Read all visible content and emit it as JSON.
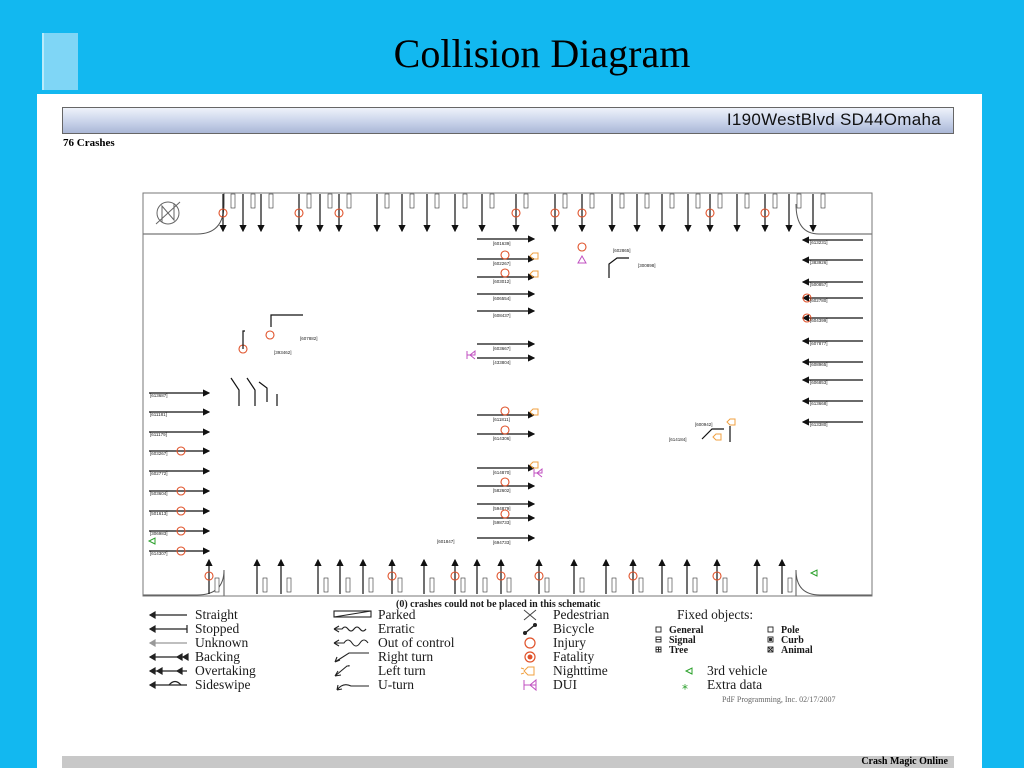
{
  "slide_title": "Collision Diagram",
  "report_header": "I190WestBlvd  SD44Omaha",
  "crash_count": "76 Crashes",
  "unplaced_note": "(0) crashes could not be placed in this schematic",
  "credit": "PdF Programming, Inc. 02/17/2007",
  "footer": "Crash Magic Online",
  "colors": {
    "background": "#12b8f0",
    "injury": "#e0522a",
    "nighttime": "#f0a040",
    "dui": "#c050c0",
    "third_vehicle": "#2aa02a"
  },
  "legend": {
    "movements": [
      "Straight",
      "Stopped",
      "Unknown",
      "Backing",
      "Overtaking",
      "Sideswipe"
    ],
    "types": [
      "Parked",
      "Erratic",
      "Out of control",
      "Right turn",
      "Left turn",
      "U-turn"
    ],
    "severity": [
      "Pedestrian",
      "Bicycle",
      "Injury",
      "Fatality",
      "Nighttime",
      "DUI"
    ],
    "fixed_title": "Fixed objects:",
    "fixed_left": [
      "General",
      "Signal",
      "Tree"
    ],
    "fixed_right": [
      "Pole",
      "Curb",
      "Animal"
    ],
    "extras": [
      "3rd vehicle",
      "Extra data"
    ]
  },
  "crash_ids": {
    "center": [
      "[601639]",
      "[602267]",
      "[603012]",
      "[606554]",
      "[608437]",
      "[603667]",
      "[433804]",
      "[611811]",
      "[614306]",
      "[614870]",
      "[582602]",
      "[594879]",
      "[598733]",
      "[694733]",
      "[601847]"
    ],
    "upper_mid": [
      "[602865]",
      "[300898]"
    ],
    "left_mid": [
      "[607882]",
      "[393462]"
    ],
    "right_mid": [
      "[600942]",
      "[614184]"
    ],
    "west": [
      "[613687]",
      "[611181]",
      "[611179]",
      "[603267]",
      "[602772]",
      "[503604]",
      "[501613]",
      "[306983]",
      "[614307]"
    ],
    "east": [
      "[613231]",
      "[383926]",
      "[500857]",
      "[602780]",
      "[604399]",
      "[607877]",
      "[608965]",
      "[606853]",
      "[613668]",
      "[613380]"
    ]
  }
}
